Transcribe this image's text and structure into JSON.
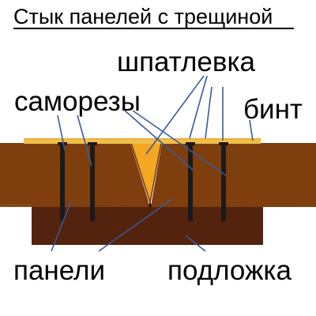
{
  "title": "Стык панелей с трещиной",
  "labels": {
    "putty": "шпатлевка",
    "screws": "саморезы",
    "tape": "бинт",
    "panels": "панели",
    "backing": "подложка"
  },
  "colors": {
    "panel": "#8b4513",
    "backing": "#5c2712",
    "putty": "#f5a623",
    "tape": "#f0c04a",
    "screw": "#1a1a1a",
    "leader": "#3a5a9a"
  }
}
